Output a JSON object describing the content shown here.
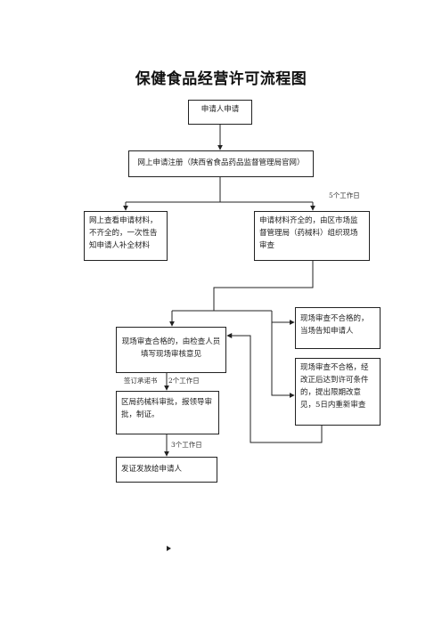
{
  "title": "保健食品经营许可流程图",
  "nodes": {
    "apply": "申请人申请",
    "register": "网上申请注册（陕西省食品药品监督管理局官网）",
    "incomplete": "网上查看申请材料，不齐全的，一次性告知申请人补全材料",
    "complete": "申请材料齐全的，由区市场监督管理局（药械科）组织现场审查",
    "pass": "现场审查合格的，由检查人员填写现场审核意见",
    "fail_inform": "现场审查不合格的，当场告知申请人",
    "fail_fix": "现场审查不合格，经改正后达到许可条件的，提出限期改意见，5日内重新审查",
    "approve": "区局药械科审批，报领导审批，制证。",
    "issue": "发证发放给申请人"
  },
  "labels": {
    "five_days": "5个工作日",
    "sign": "签订承诺书",
    "two_days": "2个工作日",
    "three_days": "3个工作日"
  }
}
